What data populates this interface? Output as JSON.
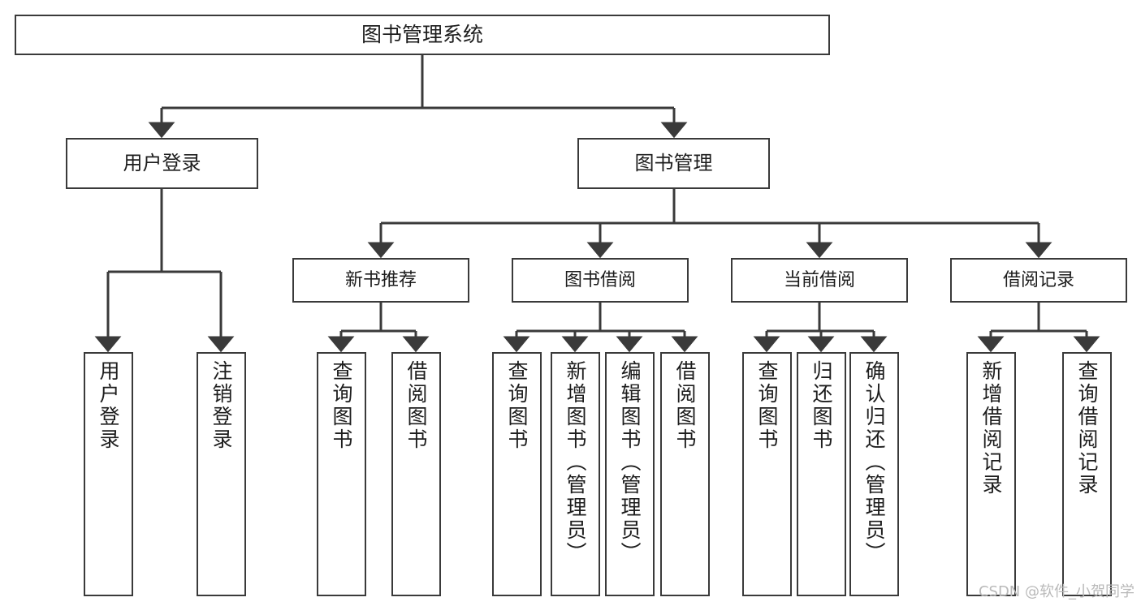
{
  "diagram": {
    "type": "tree-hierarchy",
    "title": "图书管理系统",
    "watermark": "CSDN @软件_小贺同学",
    "colors": {
      "background": "#ffffff",
      "stroke": "#3a3a3a",
      "text": "#1d1d1d",
      "watermark": "#b9b9b9"
    },
    "root": {
      "label": "图书管理系统"
    },
    "tier1": [
      {
        "label": "用户登录"
      },
      {
        "label": "图书管理"
      }
    ],
    "tier2": [
      {
        "label": "新书推荐"
      },
      {
        "label": "图书借阅"
      },
      {
        "label": "当前借阅"
      },
      {
        "label": "借阅记录"
      }
    ],
    "leaves": {
      "user_login": [
        {
          "label": "用户登录"
        },
        {
          "label": "注销登录"
        }
      ],
      "new_book_recommend": [
        {
          "label": "查询图书"
        },
        {
          "label": "借阅图书"
        }
      ],
      "book_borrow": [
        {
          "label": "查询图书"
        },
        {
          "label": "新增图书（管理员）"
        },
        {
          "label": "编辑图书（管理员）"
        },
        {
          "label": "借阅图书"
        }
      ],
      "current_borrow": [
        {
          "label": "查询图书"
        },
        {
          "label": "归还图书"
        },
        {
          "label": "确认归还（管理员）"
        }
      ],
      "borrow_record": [
        {
          "label": "新增借阅记录"
        },
        {
          "label": "查询借阅记录"
        }
      ]
    }
  }
}
